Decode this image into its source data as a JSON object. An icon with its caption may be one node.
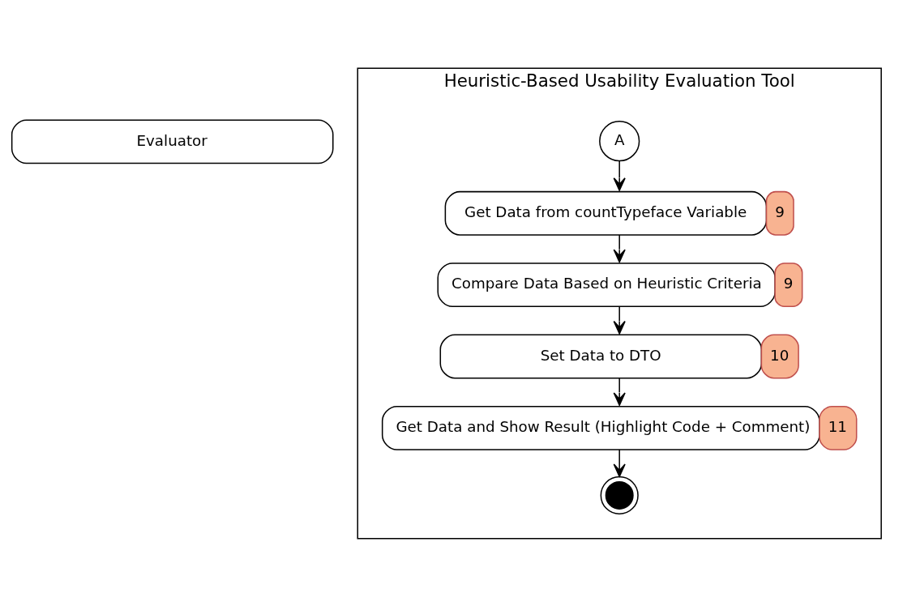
{
  "diagram": {
    "nodes": [
      {
        "text": [
          "Evaluator"
        ]
      },
      {
        "text": [
          "Heuristic-Based Usability Evaluation Tool"
        ]
      },
      {
        "text": [
          "A"
        ],
        "in": 1
      },
      {
        "text": [
          "Get Data from countTypeface Variable"
        ],
        "in": 1,
        "beside": [
          "9"
        ]
      },
      {
        "text": [
          "Compare Data Based on Heuristic Criteria"
        ],
        "in": 1,
        "beside": [
          "9"
        ]
      },
      {
        "text": [
          "Set Data to DTO"
        ],
        "in": 1,
        "beside": [
          "10"
        ]
      },
      {
        "text": [
          "Get Data and Show Result (Highlight Code + Comment)"
        ],
        "in": 1,
        "beside": [
          "11"
        ]
      },
      {
        "text": [],
        "shape": "circle",
        "in": 1
      }
    ],
    "edges": [
      {
        "from": 2,
        "to": 3,
        "arrow": "to"
      },
      {
        "from": 3,
        "to": 4,
        "arrow": "to"
      },
      {
        "from": 4,
        "to": 5,
        "arrow": "to"
      },
      {
        "from": 5,
        "to": 6,
        "arrow": "to"
      },
      {
        "from": 6,
        "to": 7,
        "arrow": "to"
      }
    ]
  }
}
